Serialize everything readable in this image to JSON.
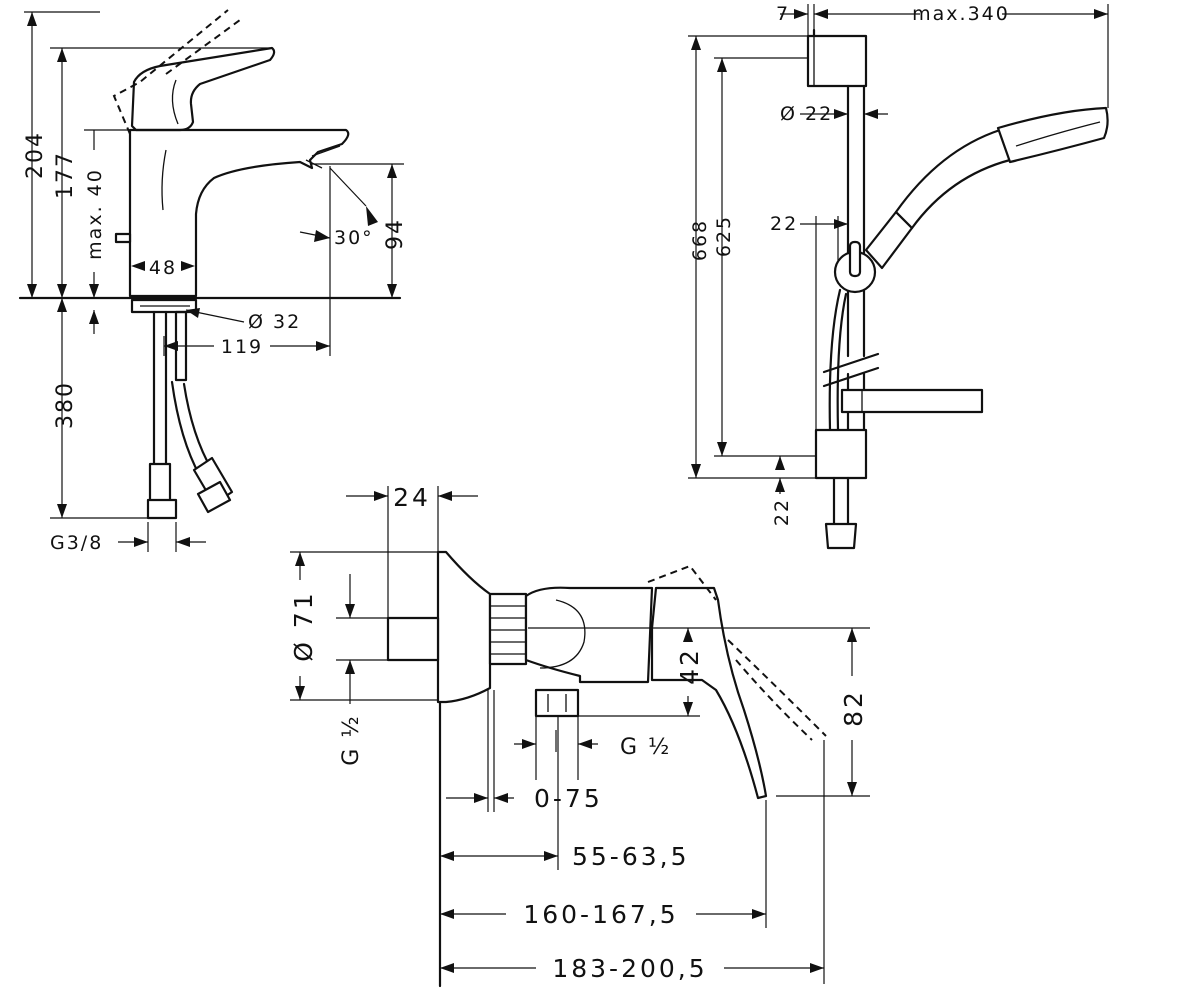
{
  "basin_mixer": {
    "height_total": "204",
    "height_spout": "177",
    "lever_clearance": "max. 40",
    "body_width": "48",
    "spout_angle": "30°",
    "spout_height": "94",
    "hole_diameter": "Ø 32",
    "projection": "119",
    "hose_length": "380",
    "connection_thread": "G3/8"
  },
  "shower_rail": {
    "wall_offset": "7",
    "hand_shower_reach": "max.340",
    "rail_diameter": "Ø 22",
    "bracket_offset": "22",
    "rail_height": "668",
    "bracket_spacing": "625",
    "bottom_offset": "22"
  },
  "shower_mixer": {
    "escutcheon_depth": "24",
    "escutcheon_diameter": "Ø 71",
    "inlet_thread": "G ½",
    "outlet_thread": "G ½",
    "outlet_offset": "42",
    "lever_drop": "82",
    "wall_adjust": "0-75",
    "body_depth": "55-63,5",
    "depth_to_lever": "160-167,5",
    "overall_depth": "183-200,5"
  }
}
